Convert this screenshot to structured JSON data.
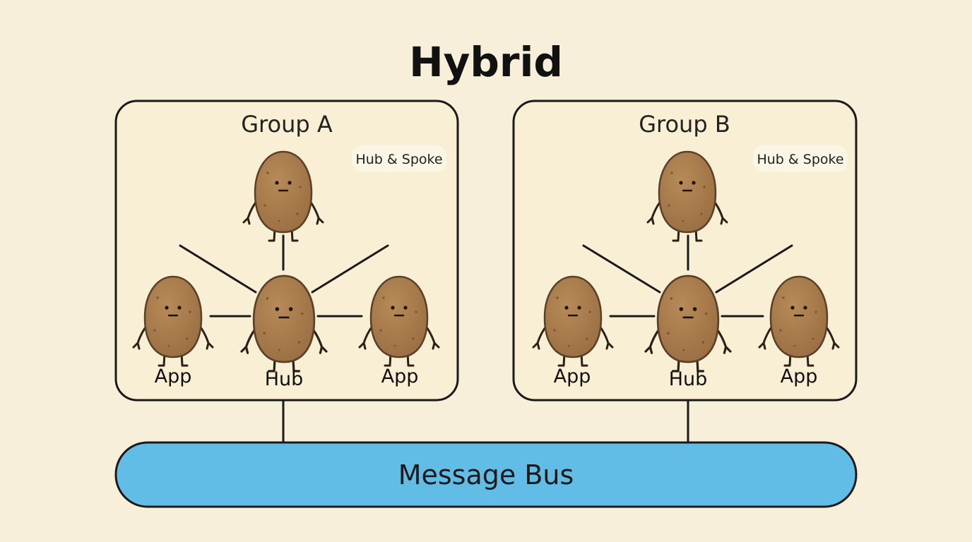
{
  "title": "Hybrid",
  "groups": [
    {
      "id": "group-a",
      "title": "Group A",
      "badge": "Hub & Spoke",
      "hub_label": "Hub",
      "app_labels": [
        "App",
        "App"
      ]
    },
    {
      "id": "group-b",
      "title": "Group B",
      "badge": "Hub & Spoke",
      "hub_label": "Hub",
      "app_labels": [
        "App",
        "App"
      ]
    }
  ],
  "bus": {
    "label": "Message Bus"
  },
  "colors": {
    "background": "#f7efd9",
    "box_fill": "#f8efd4",
    "potato": "#a67a4b",
    "bus": "#62bde6"
  }
}
